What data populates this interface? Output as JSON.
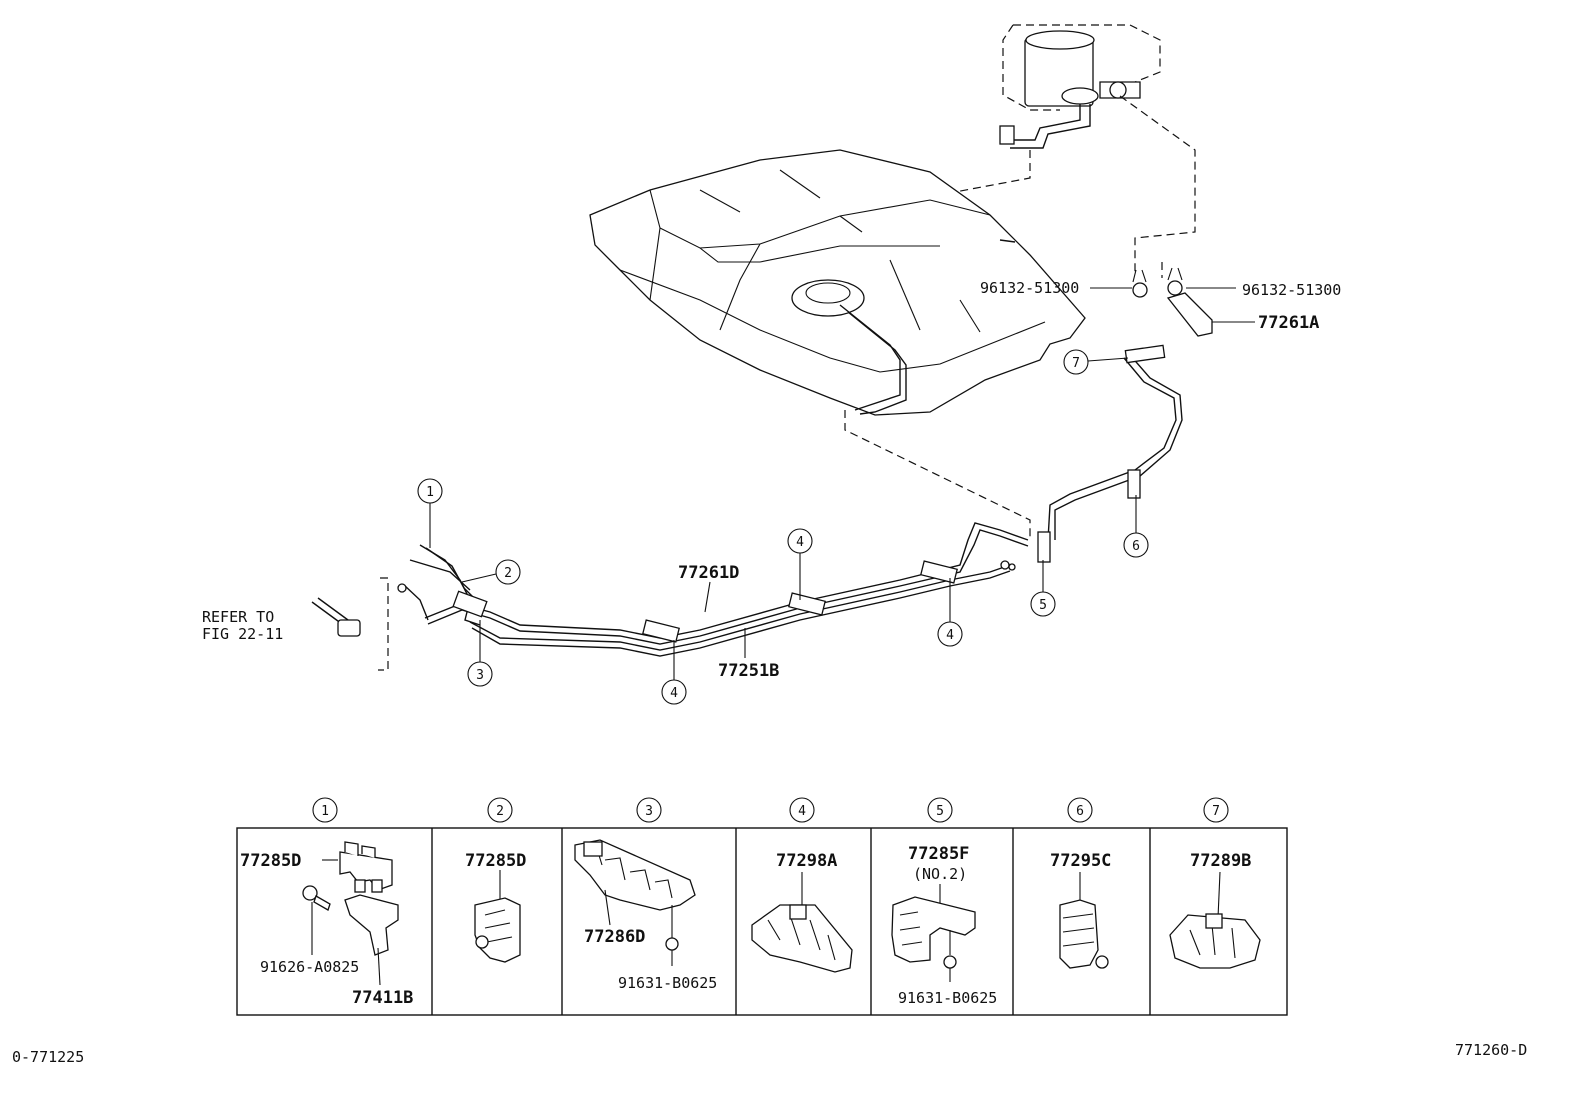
{
  "labels": {
    "p96132_left": "96132-51300",
    "p96132_right": "96132-51300",
    "p77261A": "77261A",
    "p77261D": "77261D",
    "p77251B": "77251B",
    "refer_line1": "REFER TO",
    "refer_line2": "FIG 22-11"
  },
  "callouts": [
    "1",
    "2",
    "3",
    "4",
    "5",
    "6",
    "7"
  ],
  "detail_boxes": [
    {
      "num": "1",
      "parts": [
        "77285D",
        "91626-A0825",
        "77411B"
      ]
    },
    {
      "num": "2",
      "parts": [
        "77285D"
      ]
    },
    {
      "num": "3",
      "parts": [
        "77286D",
        "91631-B0625"
      ]
    },
    {
      "num": "4",
      "parts": [
        "77298A"
      ]
    },
    {
      "num": "5",
      "parts": [
        "77285F",
        "(NO.2)",
        "91631-B0625"
      ]
    },
    {
      "num": "6",
      "parts": [
        "77295C"
      ]
    },
    {
      "num": "7",
      "parts": [
        "77289B"
      ]
    }
  ],
  "footer": {
    "left_code": "0-771225",
    "right_code": "771260-D"
  }
}
